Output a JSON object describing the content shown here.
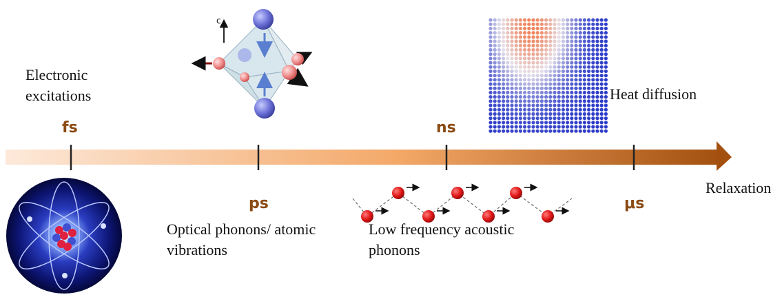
{
  "timeline": {
    "arrow_colors": {
      "start": "#fde6d4",
      "mid": "#f3a868",
      "end": "#a8510f"
    },
    "tick_color": "#8a4a12",
    "ticks": [
      {
        "label": "fs"
      },
      {
        "label": "ps"
      },
      {
        "label": "ns"
      },
      {
        "label": "μs"
      }
    ],
    "end_label": "Relaxation"
  },
  "processes": {
    "electronic": {
      "line1": "Electronic",
      "line2": "excitations"
    },
    "optical": {
      "line1": "Optical phonons/ atomic",
      "line2": "vibrations"
    },
    "acoustic": {
      "line1": "Low frequency acoustic",
      "line2": "phonons"
    },
    "heat": {
      "label": "Heat diffusion"
    }
  },
  "octahedron": {
    "axis_label": "c"
  },
  "colors": {
    "atom_red": "#e01616",
    "atom_blue": "#5b64c8",
    "heat_hot": "#f08a5a",
    "heat_cold": "#2a3fc8"
  }
}
